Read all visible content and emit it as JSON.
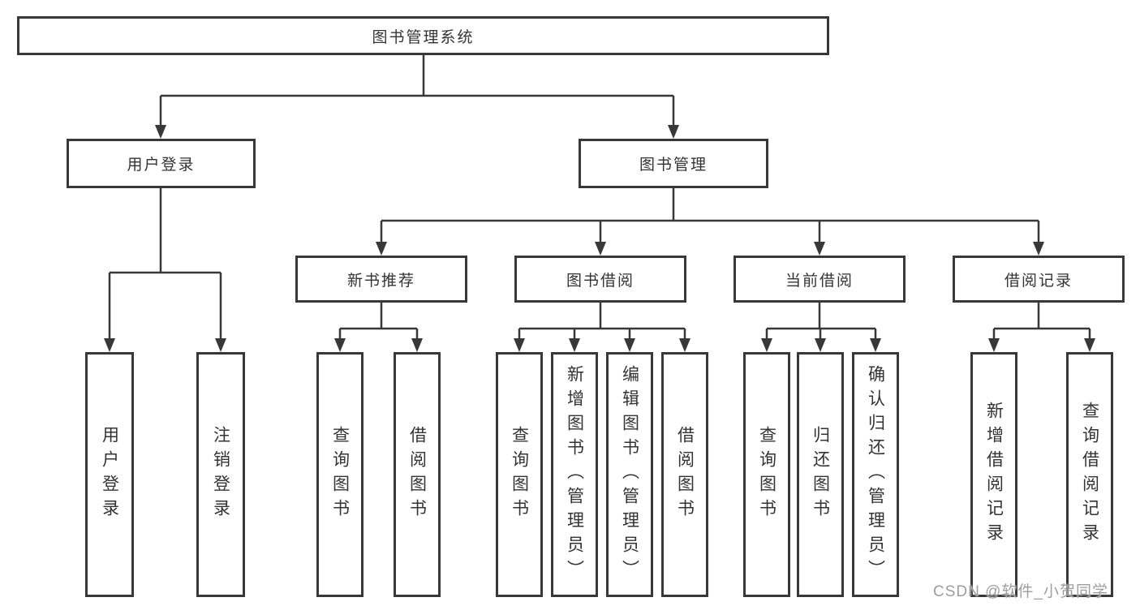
{
  "diagram": {
    "root": {
      "label": "图书管理系统"
    },
    "branches": [
      {
        "label": "用户登录",
        "children": [
          {
            "label": "用户登录"
          },
          {
            "label": "注销登录"
          }
        ]
      },
      {
        "label": "图书管理",
        "children": [
          {
            "label": "新书推荐",
            "children": [
              {
                "label": "查询图书"
              },
              {
                "label": "借阅图书"
              }
            ]
          },
          {
            "label": "图书借阅",
            "children": [
              {
                "label": "查询图书"
              },
              {
                "label": "新增图书（管理员）"
              },
              {
                "label": "编辑图书（管理员）"
              },
              {
                "label": "借阅图书"
              }
            ]
          },
          {
            "label": "当前借阅",
            "children": [
              {
                "label": "查询图书"
              },
              {
                "label": "归还图书"
              },
              {
                "label": "确认归还（管理员）"
              }
            ]
          },
          {
            "label": "借阅记录",
            "children": [
              {
                "label": "新增借阅记录"
              },
              {
                "label": "查询借阅记录"
              }
            ]
          }
        ]
      }
    ]
  },
  "watermark": {
    "text": "CSDN @软件_小贺同学",
    "color": "#9d9d9d"
  },
  "colors": {
    "line": "#383838",
    "border": "#383838",
    "text": "#333333",
    "box_background": "#ffffff",
    "page_background": "#ffffff"
  }
}
